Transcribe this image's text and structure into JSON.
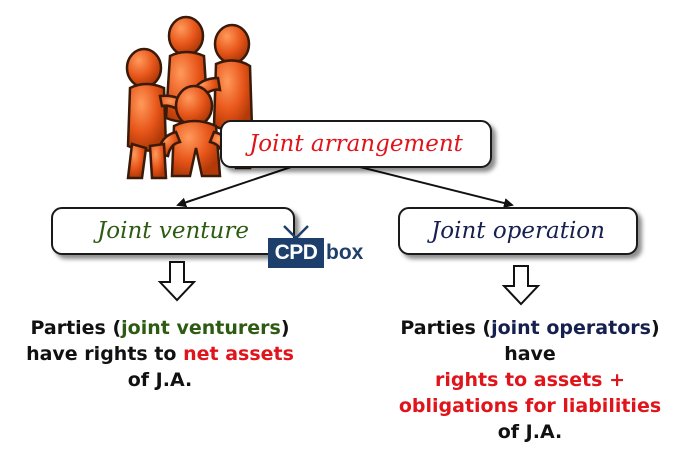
{
  "root": {
    "label": "Joint arrangement",
    "color": "#e0141b"
  },
  "left": {
    "label": "Joint venture",
    "label_color": "#2e5b12",
    "desc": {
      "l1_a": "Parties (",
      "l1_b": "joint venturers",
      "l1_c": ")",
      "l2_a": "have rights to ",
      "l2_b": "net assets",
      "l3": "of J.A."
    }
  },
  "right": {
    "label": "Joint operation",
    "label_color": "#16204f",
    "desc": {
      "l1_a": "Parties (",
      "l1_b": "joint operators",
      "l1_c": ")",
      "l2": "have",
      "l3": "rights to assets +",
      "l4": "obligations for liabilities",
      "l5": "of J.A."
    }
  },
  "logo": {
    "part1": "CPD",
    "part2": "box"
  },
  "colors": {
    "accent_red": "#e0141b",
    "venture_green": "#2e5b12",
    "operation_navy": "#16204f",
    "figure_orange": "#e8561a"
  },
  "icons": {
    "people": "team-of-people-icon",
    "arrow": "down-arrow-icon"
  }
}
